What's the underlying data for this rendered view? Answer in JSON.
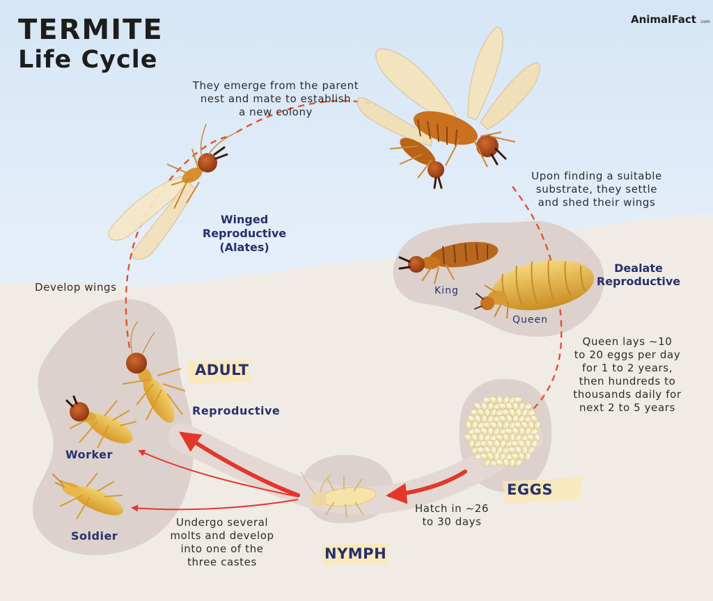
{
  "header": {
    "title_line1": "TERMITE",
    "title_line2": "Life Cycle",
    "logo_name": "AnimalFact",
    "logo_domain": ".com"
  },
  "colors": {
    "navy": "#27306c",
    "dashed_line": "#e4502e",
    "arrow": "#e3372b",
    "sky": "#ddeaf7",
    "ground": "#f1ebe6",
    "blob": "#d9ccc8"
  },
  "stages": {
    "winged": {
      "label_line1": "Winged",
      "label_line2": "Reproductive",
      "label_line3": "(Alates)",
      "icon": "winged-termite-icon"
    },
    "mating": {
      "icon": "mating-alates-icon"
    },
    "dealate": {
      "label_line1": "Dealate",
      "label_line2": "Reproductive",
      "king_label": "King",
      "queen_label": "Queen",
      "icon": "king-queen-icon"
    },
    "eggs": {
      "label": "EGGS",
      "icon": "egg-cluster-icon"
    },
    "nymph": {
      "label": "NYMPH",
      "icon": "nymph-icon"
    },
    "adult": {
      "label": "ADULT",
      "reproductive_label": "Reproductive",
      "worker_label": "Worker",
      "soldier_label": "Soldier"
    }
  },
  "descriptions": {
    "emerge": "They emerge from the parent\nnest and mate to establish\na new colony",
    "settle": "Upon finding a suitable\nsubstrate, they settle\nand shed their wings",
    "queen_lays": "Queen lays ~10\nto 20 eggs per day\nfor 1 to 2 years,\nthen hundreds to\nthousands daily for\nnext 2 to 5 years",
    "hatch": "Hatch in ~26\nto 30 days",
    "molts": "Undergo several\nmolts and develop\ninto one of the\nthree castes",
    "develop_wings": "Develop wings"
  }
}
